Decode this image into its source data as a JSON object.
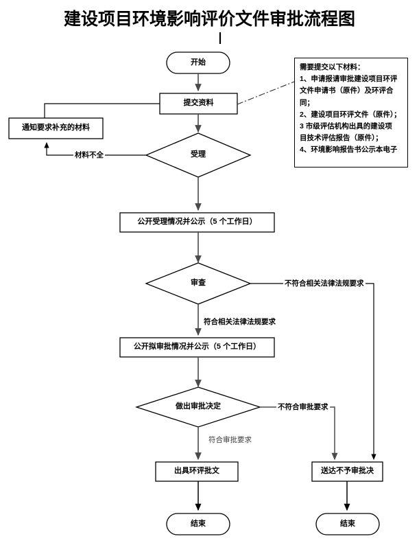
{
  "page": {
    "title": "建设项目环境影响评价文件审批流程图",
    "title_tick": "|"
  },
  "note": {
    "name": "required-materials-note",
    "lines": [
      "需要提交以下材料：",
      "1、申请报请审批建设项目环评",
      "文件申请书（原件）及环评合",
      "同；",
      "2、建设项目环评文件（原件）；",
      "3 市级评估机构出具的建设项",
      "目技术评估报告（原件）；",
      "4、环境影响报告书公示本电子"
    ]
  },
  "nodes": {
    "start": {
      "label": "开始",
      "shape": "terminator"
    },
    "submit": {
      "label": "提交资料",
      "shape": "process"
    },
    "notify_supplement": {
      "label": "通知要求补充的材料",
      "shape": "process"
    },
    "accept": {
      "label": "受理",
      "shape": "decision"
    },
    "publicize_accept": {
      "label": "公开受理情况并公示（5 个工作日）",
      "shape": "process"
    },
    "review": {
      "label": "审查",
      "shape": "decision"
    },
    "publicize_approval": {
      "label": "公开拟审批情况并公示（5 个工作日）",
      "shape": "process"
    },
    "decision": {
      "label": "做出审批决定",
      "shape": "decision"
    },
    "issue_approval": {
      "label": "出具环评批文",
      "shape": "process"
    },
    "deliver_rejection": {
      "label": "送达不予审批决",
      "shape": "process"
    },
    "end_left": {
      "label": "结束",
      "shape": "terminator"
    },
    "end_right": {
      "label": "结束",
      "shape": "terminator"
    }
  },
  "edges": {
    "materials_incomplete": "材料不全",
    "not_compliant_law": "不符合相关法律法规要求",
    "compliant_law": "符合相关法律法规要求",
    "not_meet_approval": "不符合审批要求",
    "meet_approval": "符合审批要求"
  },
  "style": {
    "line_color": "#000000",
    "gray_line_color": "#595959",
    "background": "#ffffff"
  }
}
